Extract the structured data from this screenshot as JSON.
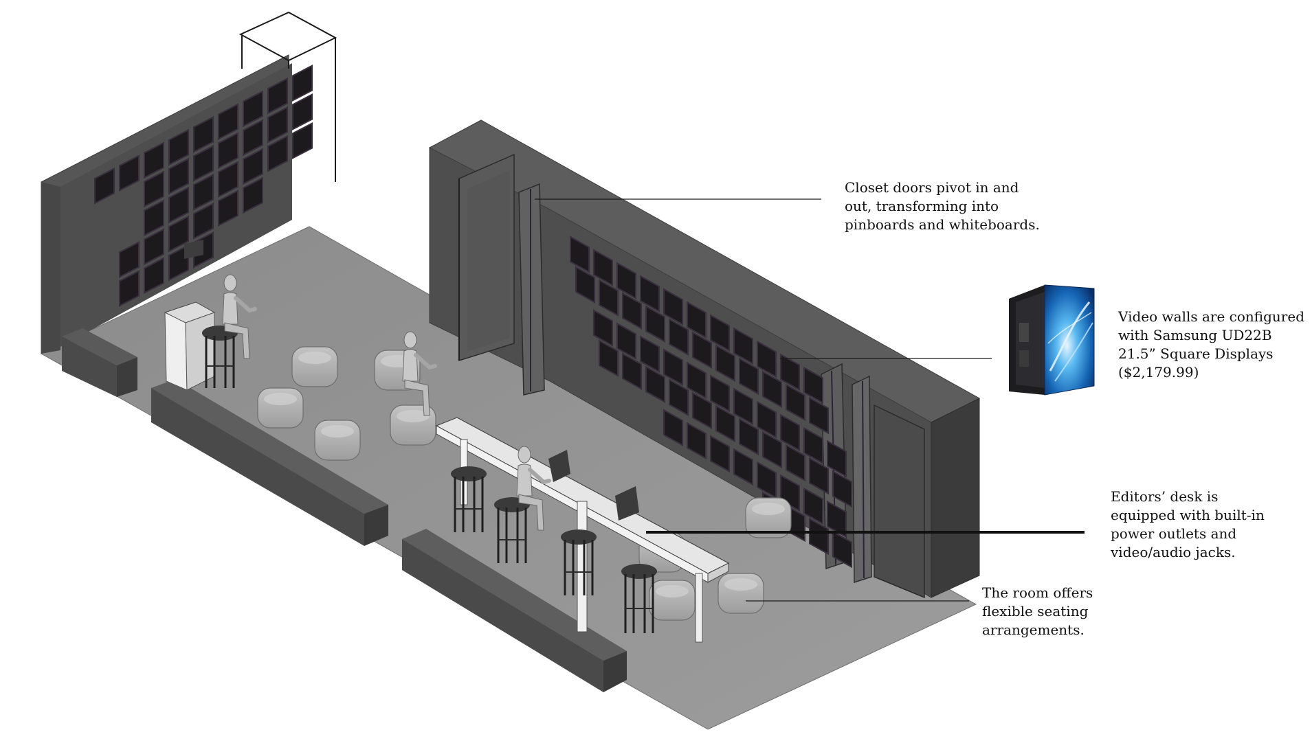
{
  "callouts": {
    "closet": [
      "Closet doors pivot in and",
      "out, transforming into",
      "pinboards and whiteboards."
    ],
    "video": [
      "Video walls are configured",
      "with Samsung UD22B",
      "21.5” Square Displays",
      "($2,179.99)"
    ],
    "desk": [
      "Editors’ desk is",
      "equipped with built-in",
      "power outlets and",
      "video/audio jacks."
    ],
    "room": [
      "The room offers",
      "flexible seating",
      "arrangements."
    ]
  },
  "colors": {
    "wall_dark": "#4d4e4d",
    "wall_side": "#3a3b3a",
    "floor": "#8a8a8a",
    "floor_light": "#9a9a9a",
    "screen": "#1c1a1d",
    "screen_border": "#3a2f3e",
    "furniture": "#b9b9b9",
    "desk_white": "#e8e8e8",
    "figure": "#c9c9c9",
    "display_blue": "#2a8fd6"
  },
  "icons": [
    "samsung-display-icon"
  ]
}
